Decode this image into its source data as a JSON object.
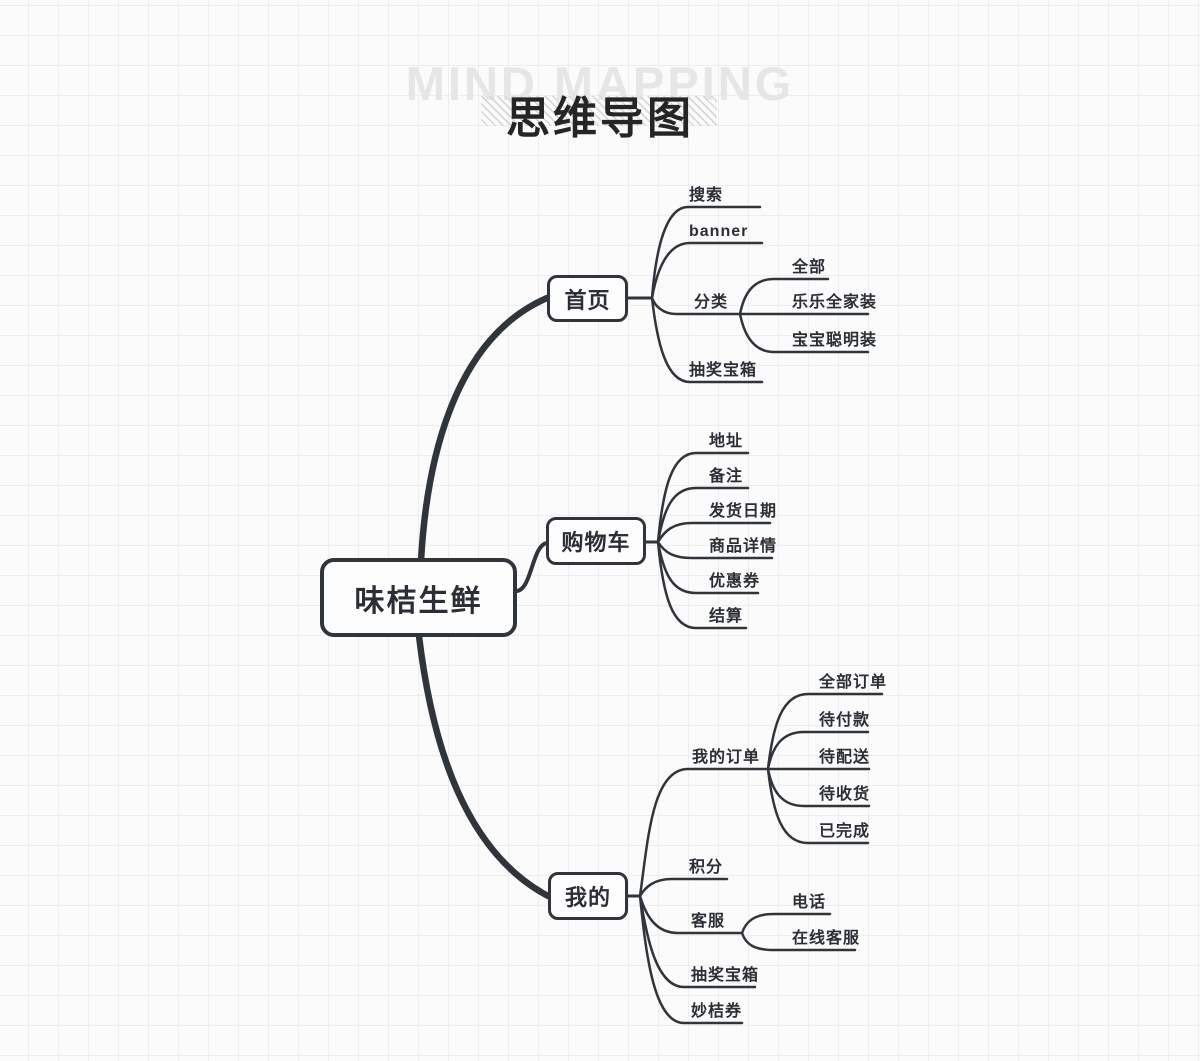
{
  "page": {
    "watermark": "MIND MAPPING",
    "title": "思维导图"
  },
  "colors": {
    "ink": "#30343b",
    "label_text": "#2b2f35",
    "watermark": "#e6e6e6",
    "grid_line": "#ededed",
    "background": "#fbfbfb",
    "node_background": "#fdfdfd"
  },
  "map": {
    "root": {
      "label": "味桔生鲜"
    },
    "home": {
      "label": "首页",
      "children": {
        "search": "搜索",
        "banner": "banner",
        "category": {
          "label": "分类",
          "children": {
            "all": "全部",
            "lele": "乐乐全家装",
            "baobao": "宝宝聪明装"
          }
        },
        "lottery": "抽奖宝箱"
      }
    },
    "cart": {
      "label": "购物车",
      "children": {
        "address": "地址",
        "remark": "备注",
        "ship_date": "发货日期",
        "detail": "商品详情",
        "coupon": "优惠券",
        "checkout": "结算"
      }
    },
    "mine": {
      "label": "我的",
      "children": {
        "orders": {
          "label": "我的订单",
          "children": {
            "all": "全部订单",
            "payment": "待付款",
            "delivery": "待配送",
            "receipt": "待收货",
            "done": "已完成"
          }
        },
        "points": "积分",
        "service": {
          "label": "客服",
          "children": {
            "phone": "电话",
            "online": "在线客服"
          }
        },
        "lottery": "抽奖宝箱",
        "miaoju": "妙桔券"
      }
    }
  }
}
